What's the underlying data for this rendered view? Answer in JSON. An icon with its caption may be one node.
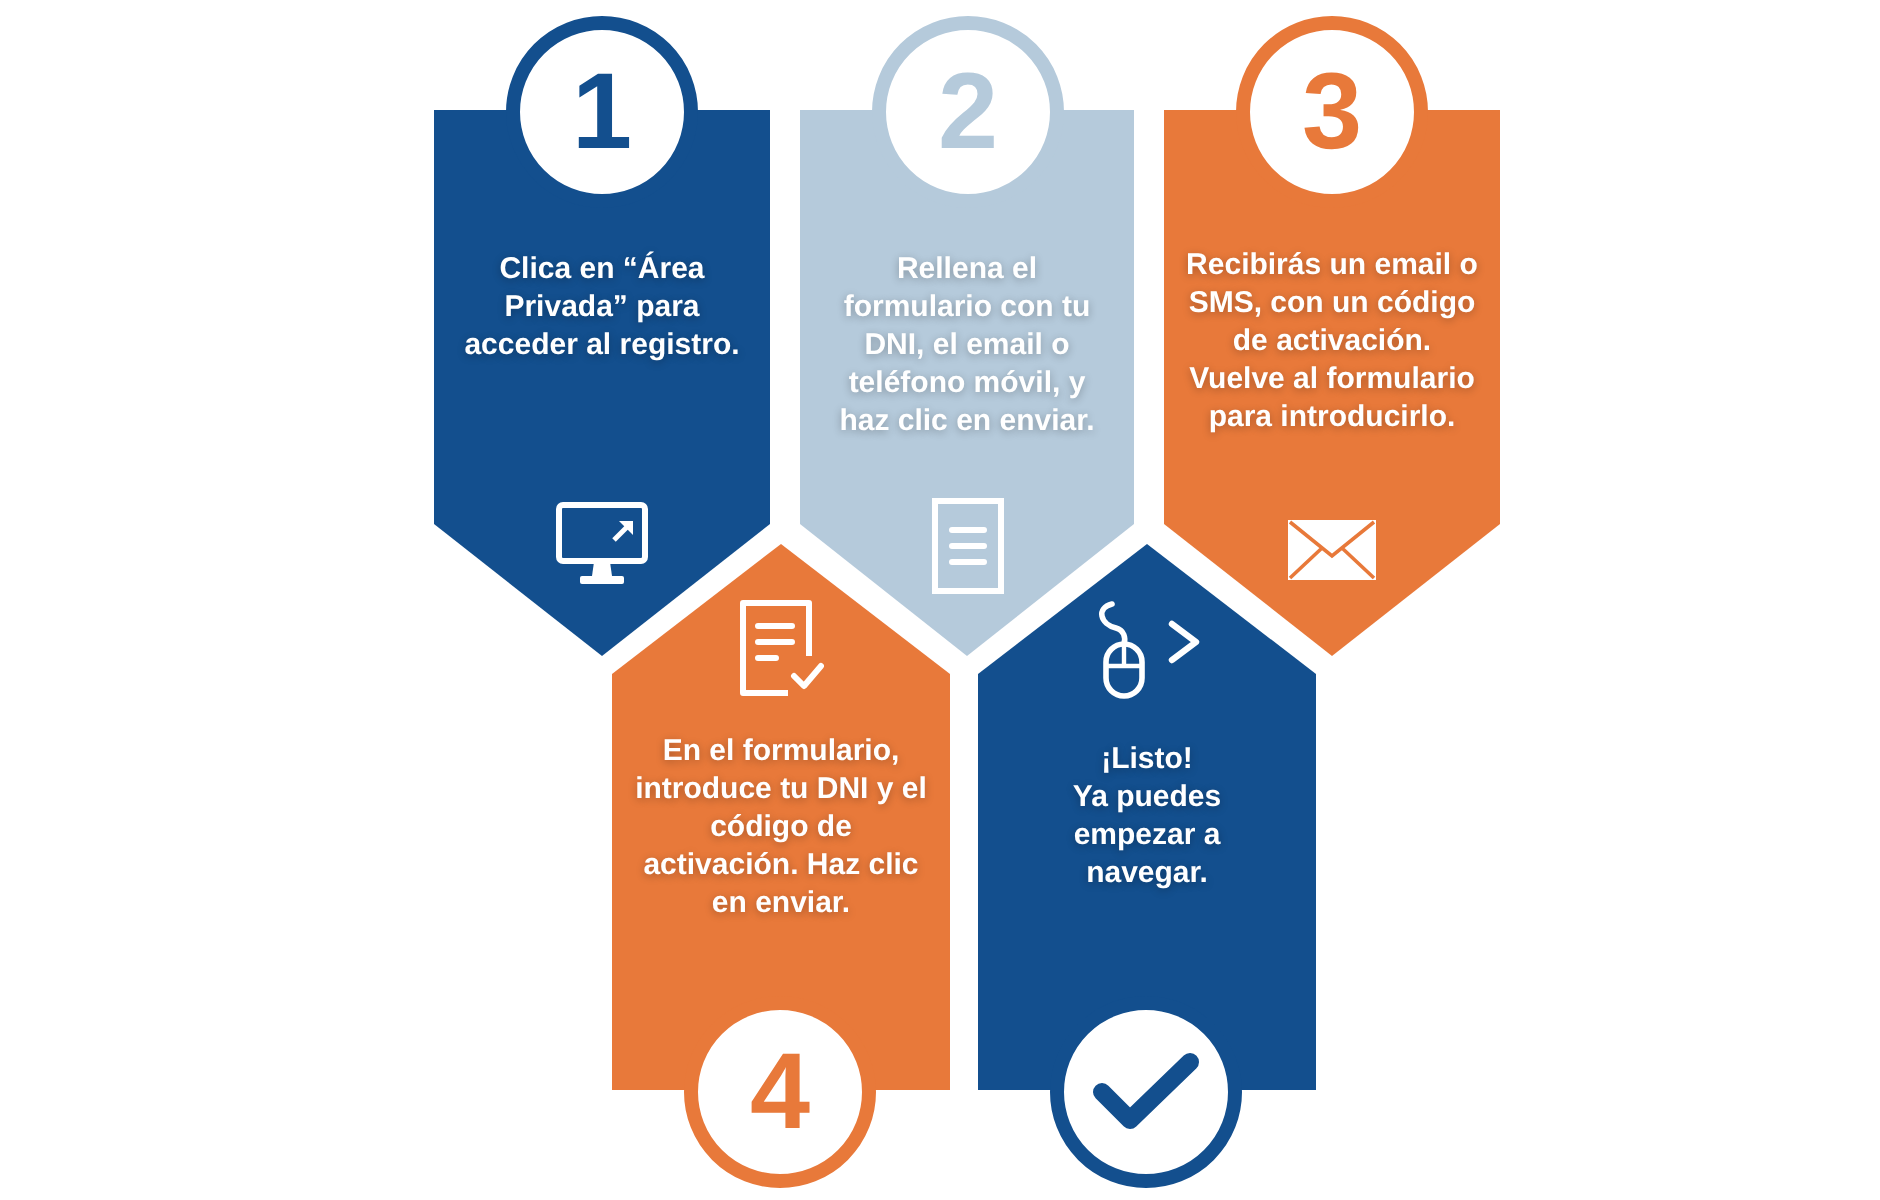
{
  "diagram": {
    "nodes": [
      {
        "text": [
          "1"
        ]
      },
      {
        "text": [
          "Clica en “Área Privada” para acceder al registro."
        ]
      },
      {
        "text": [
          "2"
        ]
      },
      {
        "text": [
          "Rellena el formulario con tu DNI, el email o teléfono móvil, y haz clic en enviar."
        ]
      },
      {
        "text": [
          "3"
        ]
      },
      {
        "text": [
          "Recibirás un email o SMS, con un código de activación. Vuelve al formulario para introducirlo."
        ]
      },
      {
        "text": [
          "En el formulario, introduce tu DNI y el código de activación. Haz clic en enviar."
        ]
      },
      {
        "text": [
          "4"
        ]
      },
      {
        "text": [
          "¡Listo!",
          "Ya puedes empezar a navegar."
        ]
      },
      {
        "text": [],
        "shape": "circle"
      }
    ]
  }
}
